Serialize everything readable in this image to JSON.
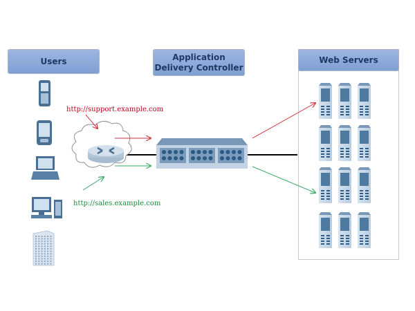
{
  "headers": {
    "users": "Users",
    "adc_line1": "Application",
    "adc_line2": "Delivery Controller",
    "web_servers": "Web Servers"
  },
  "urls": {
    "support": "http://support.example.com",
    "sales": "http://sales.example.com"
  },
  "user_devices": [
    "mobile-phone-icon",
    "pda-icon",
    "laptop-icon",
    "desktop-computer-icon",
    "office-building-icon"
  ],
  "server_groups": 4,
  "servers_per_group": 3,
  "colors": {
    "header_fill": "#8aa8da",
    "header_text": "#1f3864",
    "support_flow": "#d0323c",
    "sales_flow": "#3aa864",
    "device": "#4a6f94"
  }
}
